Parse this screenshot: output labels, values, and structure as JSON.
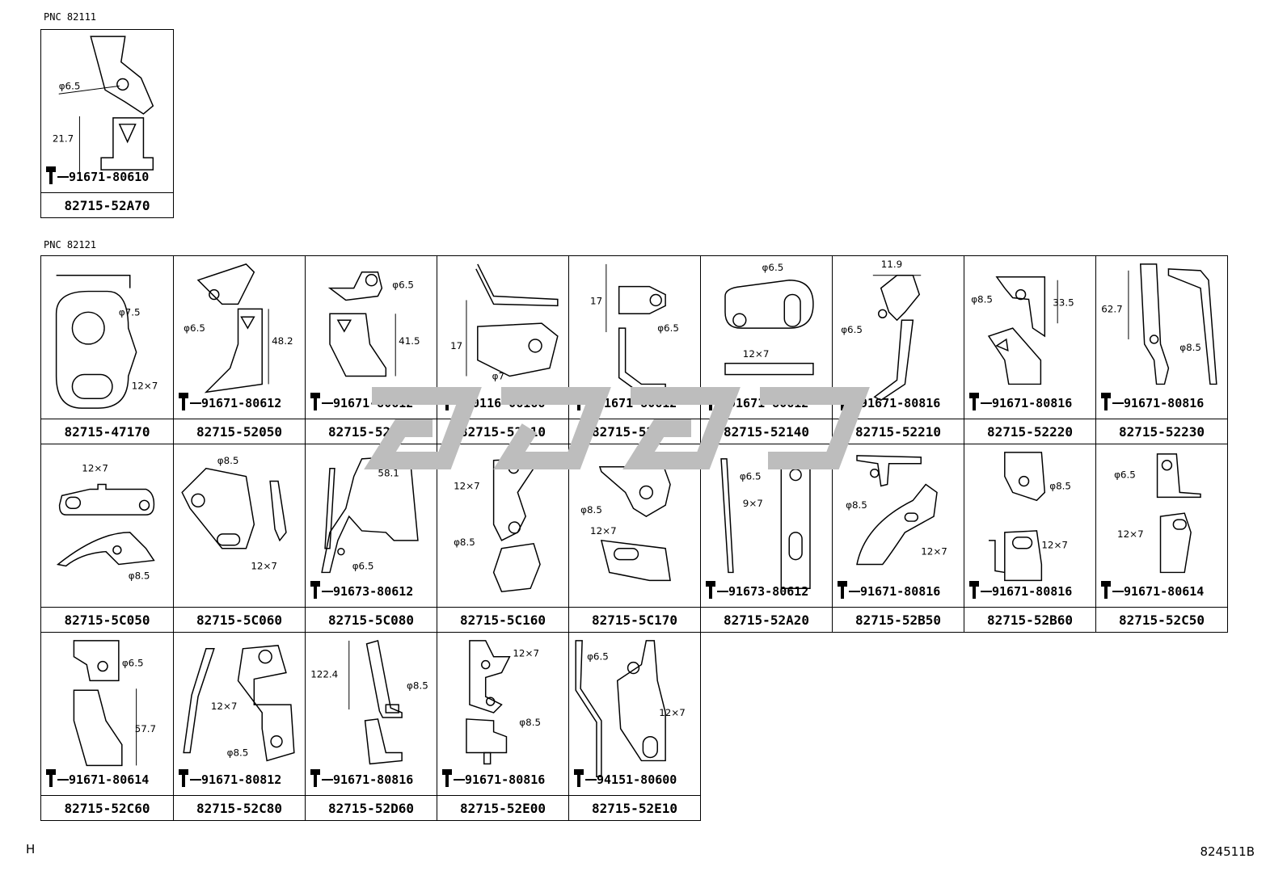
{
  "header": {
    "pnc1": "PNC 82111",
    "pnc2": "PNC 82121"
  },
  "footer": {
    "left": "H",
    "right": "824511B"
  },
  "top_cell": {
    "part": "82715-52A70",
    "bolt": "91671-80610",
    "dims": [
      "φ6.5",
      "21.7"
    ]
  },
  "cells": [
    {
      "part": "82715-47170",
      "bolt": "",
      "dims": [
        "φ7.5",
        "12×7"
      ]
    },
    {
      "part": "82715-52050",
      "bolt": "91671-80612",
      "dims": [
        "φ6.5",
        "48.2"
      ]
    },
    {
      "part": "82715-52090",
      "bolt": "91671-80612",
      "dims": [
        "φ6.5",
        "41.5"
      ]
    },
    {
      "part": "82715-52110",
      "bolt": "90116-06166",
      "dims": [
        "17",
        "φ7"
      ]
    },
    {
      "part": "82715-52130",
      "bolt": "91671-80612",
      "dims": [
        "17",
        "φ6.5"
      ]
    },
    {
      "part": "82715-52140",
      "bolt": "91671-80612",
      "dims": [
        "φ6.5",
        "12×7"
      ]
    },
    {
      "part": "82715-52210",
      "bolt": "91671-80816",
      "dims": [
        "11.9",
        "φ6.5"
      ]
    },
    {
      "part": "82715-52220",
      "bolt": "91671-80816",
      "dims": [
        "φ8.5",
        "33.5"
      ]
    },
    {
      "part": "82715-52230",
      "bolt": "91671-80816",
      "dims": [
        "62.7",
        "φ8.5"
      ]
    },
    {
      "part": "82715-5C050",
      "bolt": "",
      "dims": [
        "12×7",
        "φ8.5"
      ]
    },
    {
      "part": "82715-5C060",
      "bolt": "",
      "dims": [
        "φ8.5",
        "12×7"
      ]
    },
    {
      "part": "82715-5C080",
      "bolt": "91673-80612",
      "dims": [
        "58.1",
        "φ6.5"
      ]
    },
    {
      "part": "82715-5C160",
      "bolt": "",
      "dims": [
        "12×7",
        "φ8.5"
      ]
    },
    {
      "part": "82715-5C170",
      "bolt": "",
      "dims": [
        "φ8.5",
        "12×7"
      ]
    },
    {
      "part": "82715-52A20",
      "bolt": "91673-80612",
      "dims": [
        "φ6.5",
        "9×7"
      ]
    },
    {
      "part": "82715-52B50",
      "bolt": "91671-80816",
      "dims": [
        "φ8.5",
        "12×7"
      ]
    },
    {
      "part": "82715-52B60",
      "bolt": "91671-80816",
      "dims": [
        "φ8.5",
        "12×7"
      ]
    },
    {
      "part": "82715-52C50",
      "bolt": "91671-80614",
      "dims": [
        "φ6.5",
        "12×7"
      ]
    },
    {
      "part": "82715-52C60",
      "bolt": "91671-80614",
      "dims": [
        "φ6.5",
        "57.7"
      ]
    },
    {
      "part": "82715-52C80",
      "bolt": "91671-80812",
      "dims": [
        "12×7",
        "φ8.5"
      ]
    },
    {
      "part": "82715-52D60",
      "bolt": "91671-80816",
      "dims": [
        "122.4",
        "φ8.5"
      ]
    },
    {
      "part": "82715-52E00",
      "bolt": "91671-80816",
      "dims": [
        "12×7",
        "φ8.5"
      ]
    },
    {
      "part": "82715-52E10",
      "bolt": "94151-80600",
      "dims": [
        "φ6.5",
        "12×7"
      ]
    }
  ]
}
